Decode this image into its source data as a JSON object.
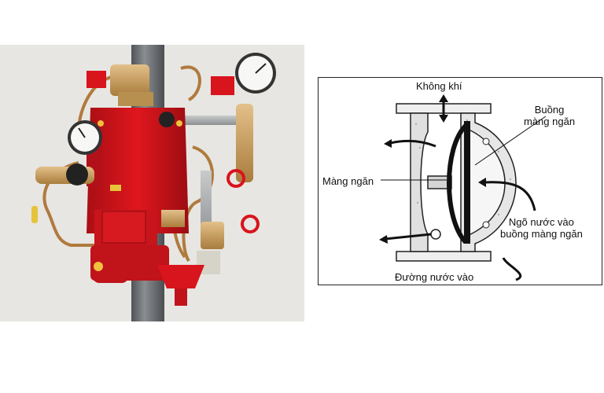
{
  "diagram": {
    "labels": {
      "air": "Không khí",
      "diaphragm_chamber": "Buồng\nmàng ngăn",
      "diaphragm": "Màng ngăn",
      "water_inlet_to_chamber": "Ngõ nước vào\nbuồng màng ngăn",
      "water_inlet": "Đường nước vào"
    }
  },
  "colors": {
    "valve_red": "#d8141c",
    "pipe_grey": "#6b6f72",
    "brass": "#c9a060",
    "background": "#e7e6e2"
  }
}
